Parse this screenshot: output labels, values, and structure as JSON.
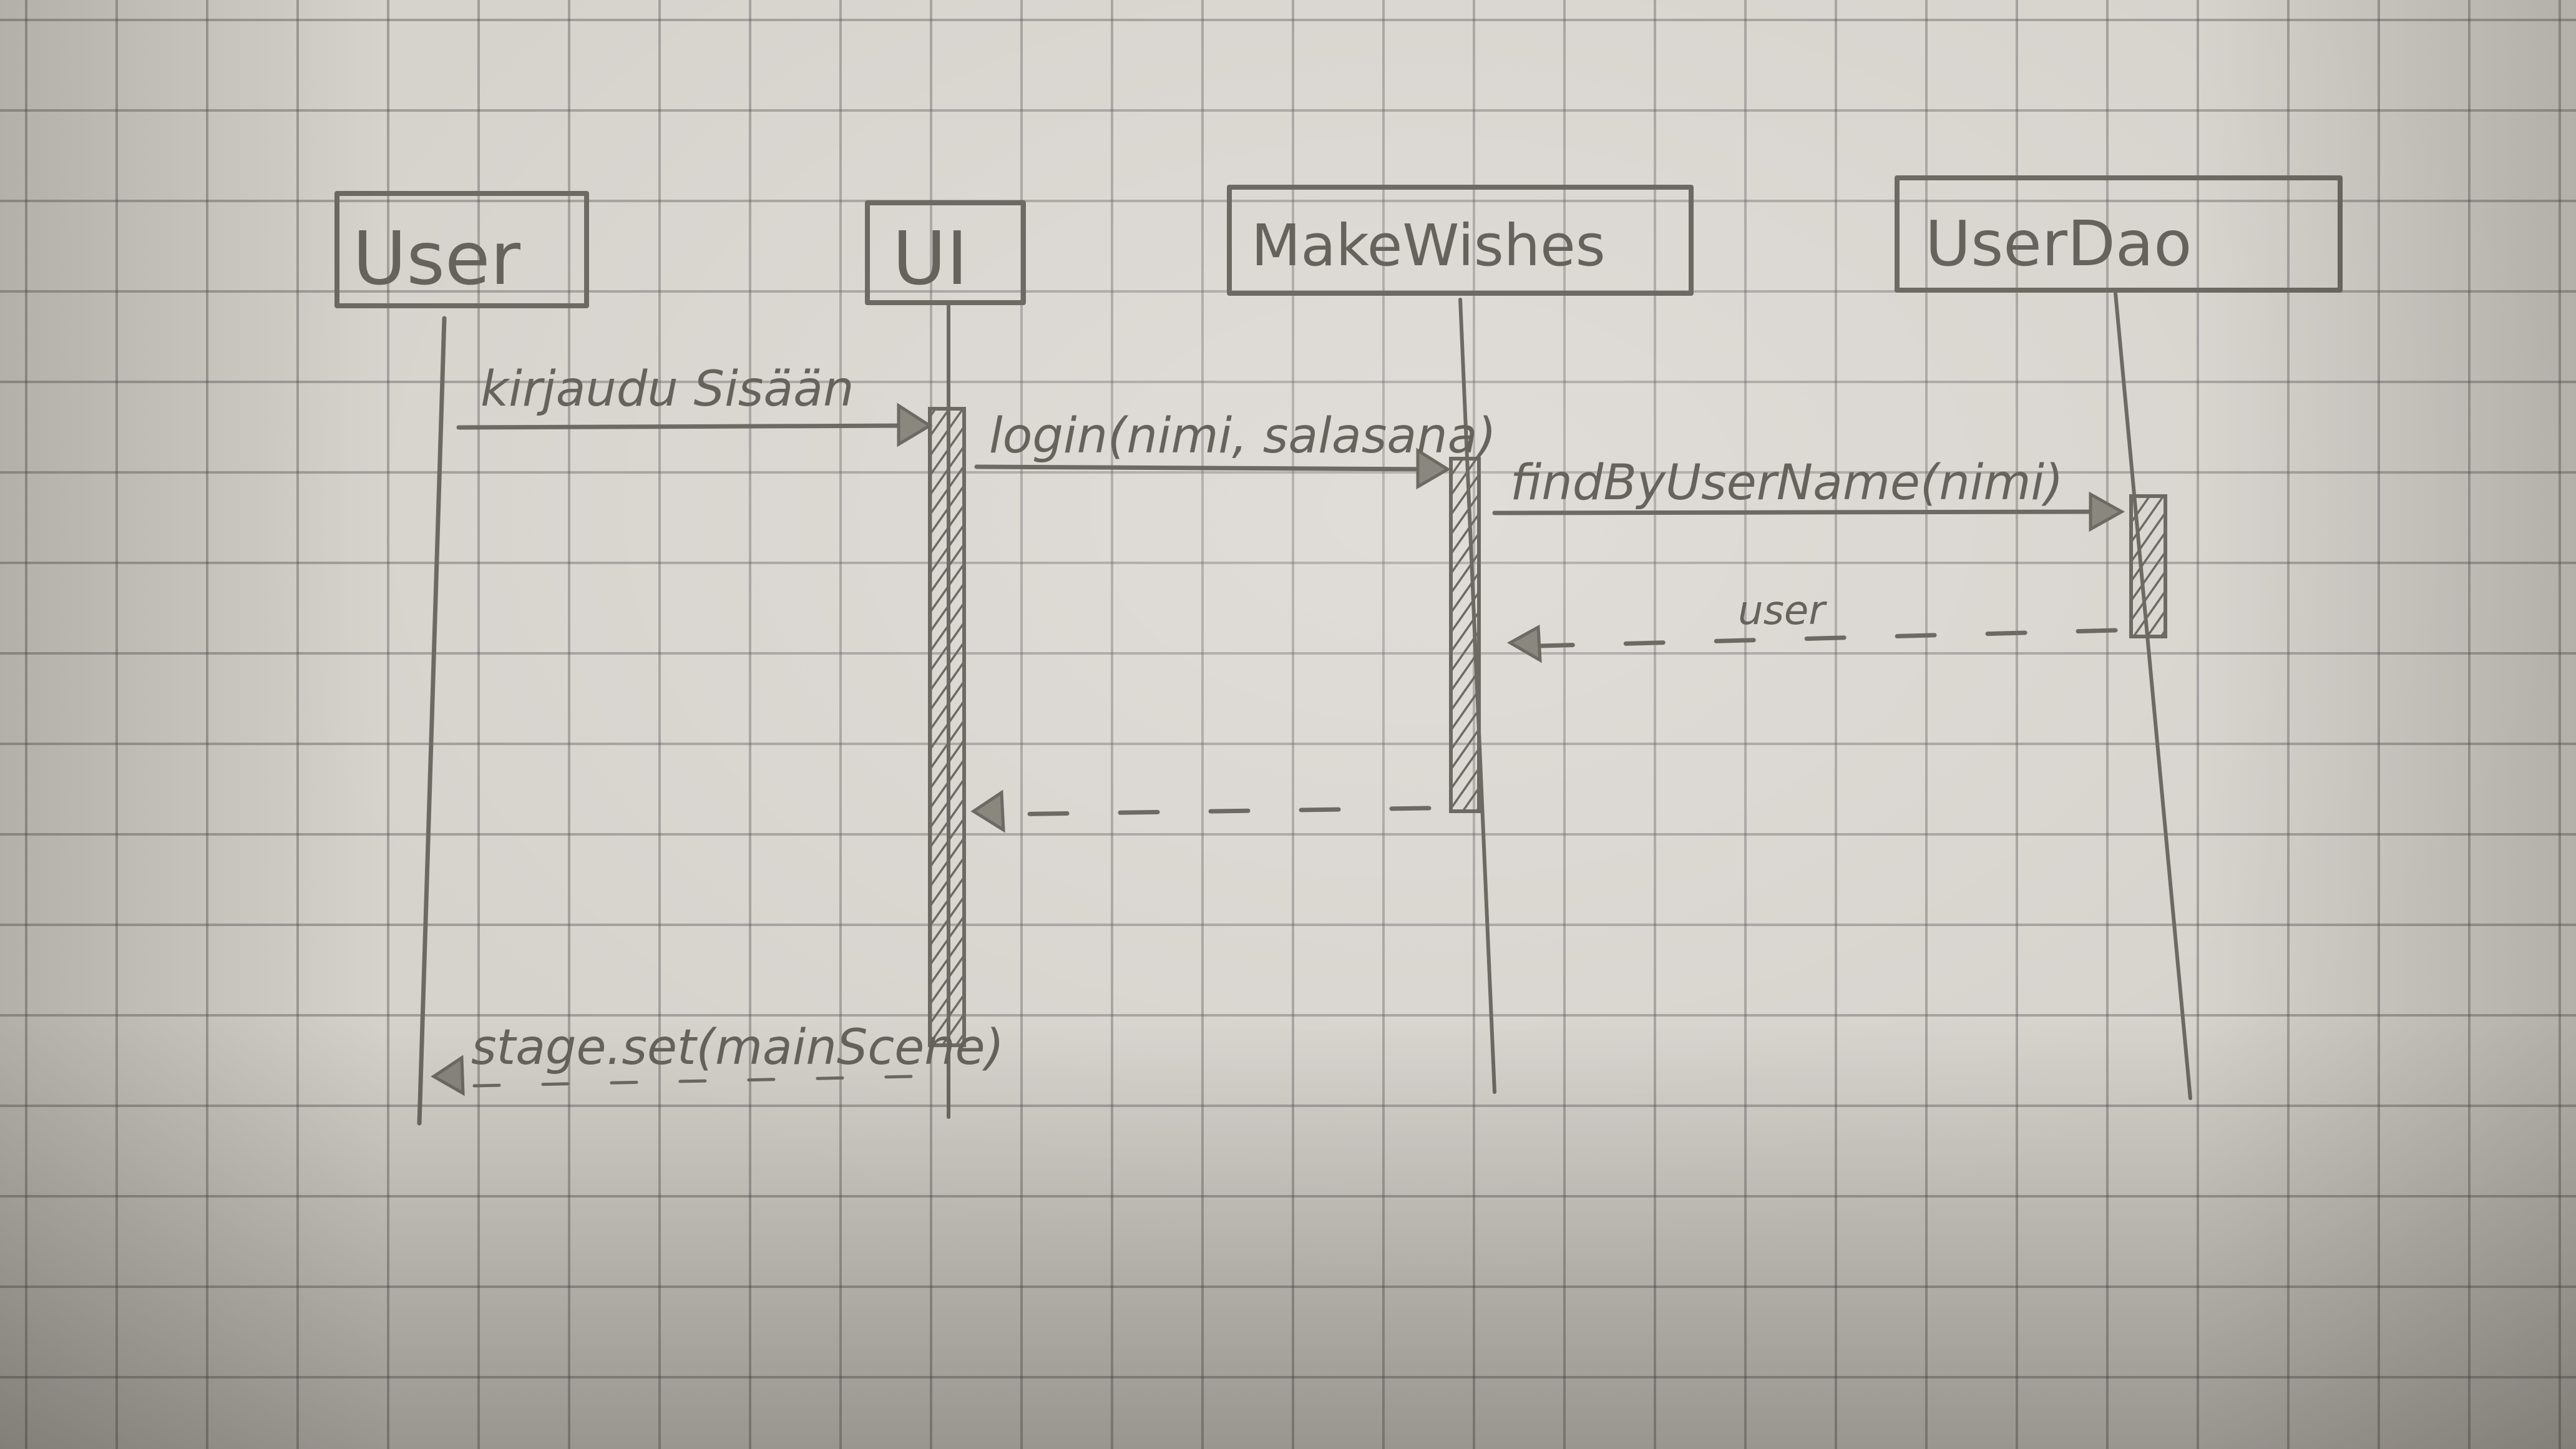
{
  "participants": [
    {
      "id": "user",
      "label": "User"
    },
    {
      "id": "ui",
      "label": "UI"
    },
    {
      "id": "makewishes",
      "label": "MakeWishes"
    },
    {
      "id": "userdao",
      "label": "UserDao"
    }
  ],
  "messages": [
    {
      "id": "m1",
      "label": "kirjaudu Sisään",
      "from": "user",
      "to": "ui",
      "kind": "call"
    },
    {
      "id": "m2",
      "label": "login(nimi, salasana)",
      "from": "ui",
      "to": "makewishes",
      "kind": "call"
    },
    {
      "id": "m3",
      "label": "findByUserName(nimi)",
      "from": "makewishes",
      "to": "userdao",
      "kind": "call"
    },
    {
      "id": "m4",
      "label": "user",
      "from": "userdao",
      "to": "makewishes",
      "kind": "return"
    },
    {
      "id": "m5",
      "label": "",
      "from": "makewishes",
      "to": "ui",
      "kind": "return"
    },
    {
      "id": "m6",
      "label": "stage.set(mainScene)",
      "from": "ui",
      "to": "user",
      "kind": "return"
    }
  ],
  "colors": {
    "paper": "#d6d2cc",
    "grid": "#5a5a5a",
    "pencil": "#6d6a64"
  }
}
